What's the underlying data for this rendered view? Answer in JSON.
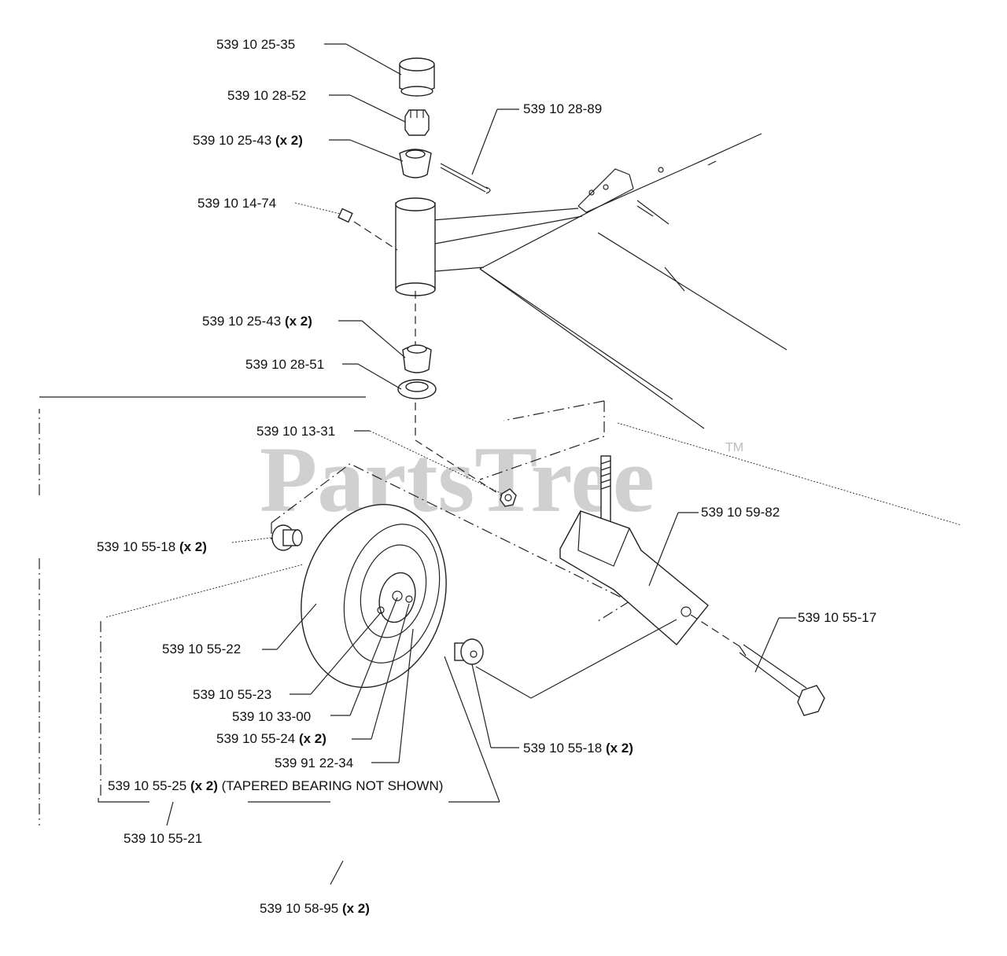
{
  "watermark": {
    "brand": "PartsTree",
    "trademark": "TM"
  },
  "callouts": {
    "c1": {
      "part": "539 10 25-35",
      "qty": ""
    },
    "c2": {
      "part": "539 10 28-52",
      "qty": ""
    },
    "c3": {
      "part": "539 10 28-89",
      "qty": ""
    },
    "c4": {
      "part": "539 10 25-43",
      "qty": "(x 2)"
    },
    "c5": {
      "part": "539 10 14-74",
      "qty": ""
    },
    "c6": {
      "part": "539 10 25-43",
      "qty": "(x 2)"
    },
    "c7": {
      "part": "539 10 28-51",
      "qty": ""
    },
    "c8": {
      "part": "539 10 13-31",
      "qty": ""
    },
    "c9": {
      "part": "539 10 59-82",
      "qty": ""
    },
    "c10": {
      "part": "539 10 55-18",
      "qty": "(x 2)"
    },
    "c11": {
      "part": "539 10 55-17",
      "qty": ""
    },
    "c12": {
      "part": "539 10 55-22",
      "qty": ""
    },
    "c13": {
      "part": "539 10 55-23",
      "qty": ""
    },
    "c14": {
      "part": "539 10 33-00",
      "qty": ""
    },
    "c15": {
      "part": "539 10 55-24",
      "qty": "(x 2)"
    },
    "c16": {
      "part": "539 10 55-18",
      "qty": "(x 2)"
    },
    "c17": {
      "part": "539 91 22-34",
      "qty": ""
    },
    "c18": {
      "part": "539 10 55-25",
      "qty": "(x 2)",
      "note": "(TAPERED BEARING NOT SHOWN)"
    },
    "c19": {
      "part": "539 10 55-21",
      "qty": ""
    },
    "c20": {
      "part": "539 10 58-95",
      "qty": "(x 2)"
    }
  }
}
